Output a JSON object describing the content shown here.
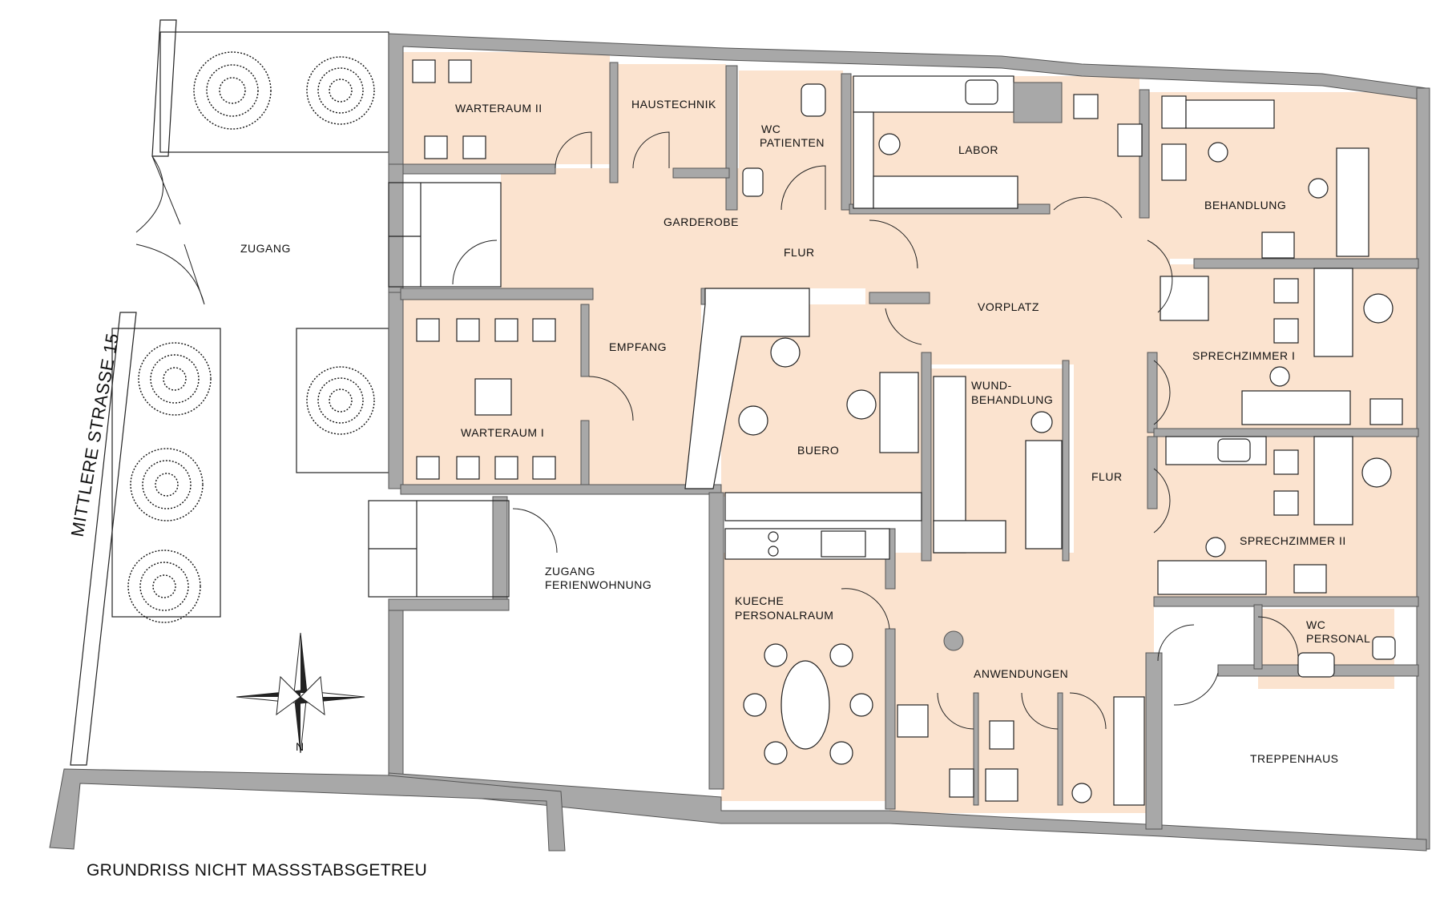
{
  "rooms": {
    "warteraum_ii": "WARTERAUM II",
    "haustechnik": "HAUSTECHNIK",
    "wc_patienten_1": "WC",
    "wc_patienten_2": "PATIENTEN",
    "labor": "LABOR",
    "behandlung": "BEHANDLUNG",
    "garderobe": "GARDEROBE",
    "flur_top": "FLUR",
    "zugang": "ZUGANG",
    "vorplatz": "VORPLATZ",
    "empfang": "EMPFANG",
    "sprechzimmer_i": "SPRECHZIMMER I",
    "wundbehandlung_1": "WUND-",
    "wundbehandlung_2": "BEHANDLUNG",
    "warteraum_i": "WARTERAUM I",
    "buero": "BUERO",
    "flur_right": "FLUR",
    "sprechzimmer_ii": "SPRECHZIMMER II",
    "zugang_ferienwohnung_1": "ZUGANG",
    "zugang_ferienwohnung_2": "FERIENWOHNUNG",
    "kueche_1": "KUECHE",
    "kueche_2": "PERSONALRAUM",
    "wc_personal_1": "WC",
    "wc_personal_2": "PERSONAL",
    "anwendungen": "ANWENDUNGEN",
    "treppenhaus": "TREPPENHAUS"
  },
  "street": "MITTLERE STRASSE 15",
  "compass_north": "N",
  "footnote": "GRUNDRISS NICHT MASSSTABSGETREU",
  "colors": {
    "room_fill": "#fbe3cf",
    "wall_fill": "#a8a8a8"
  }
}
